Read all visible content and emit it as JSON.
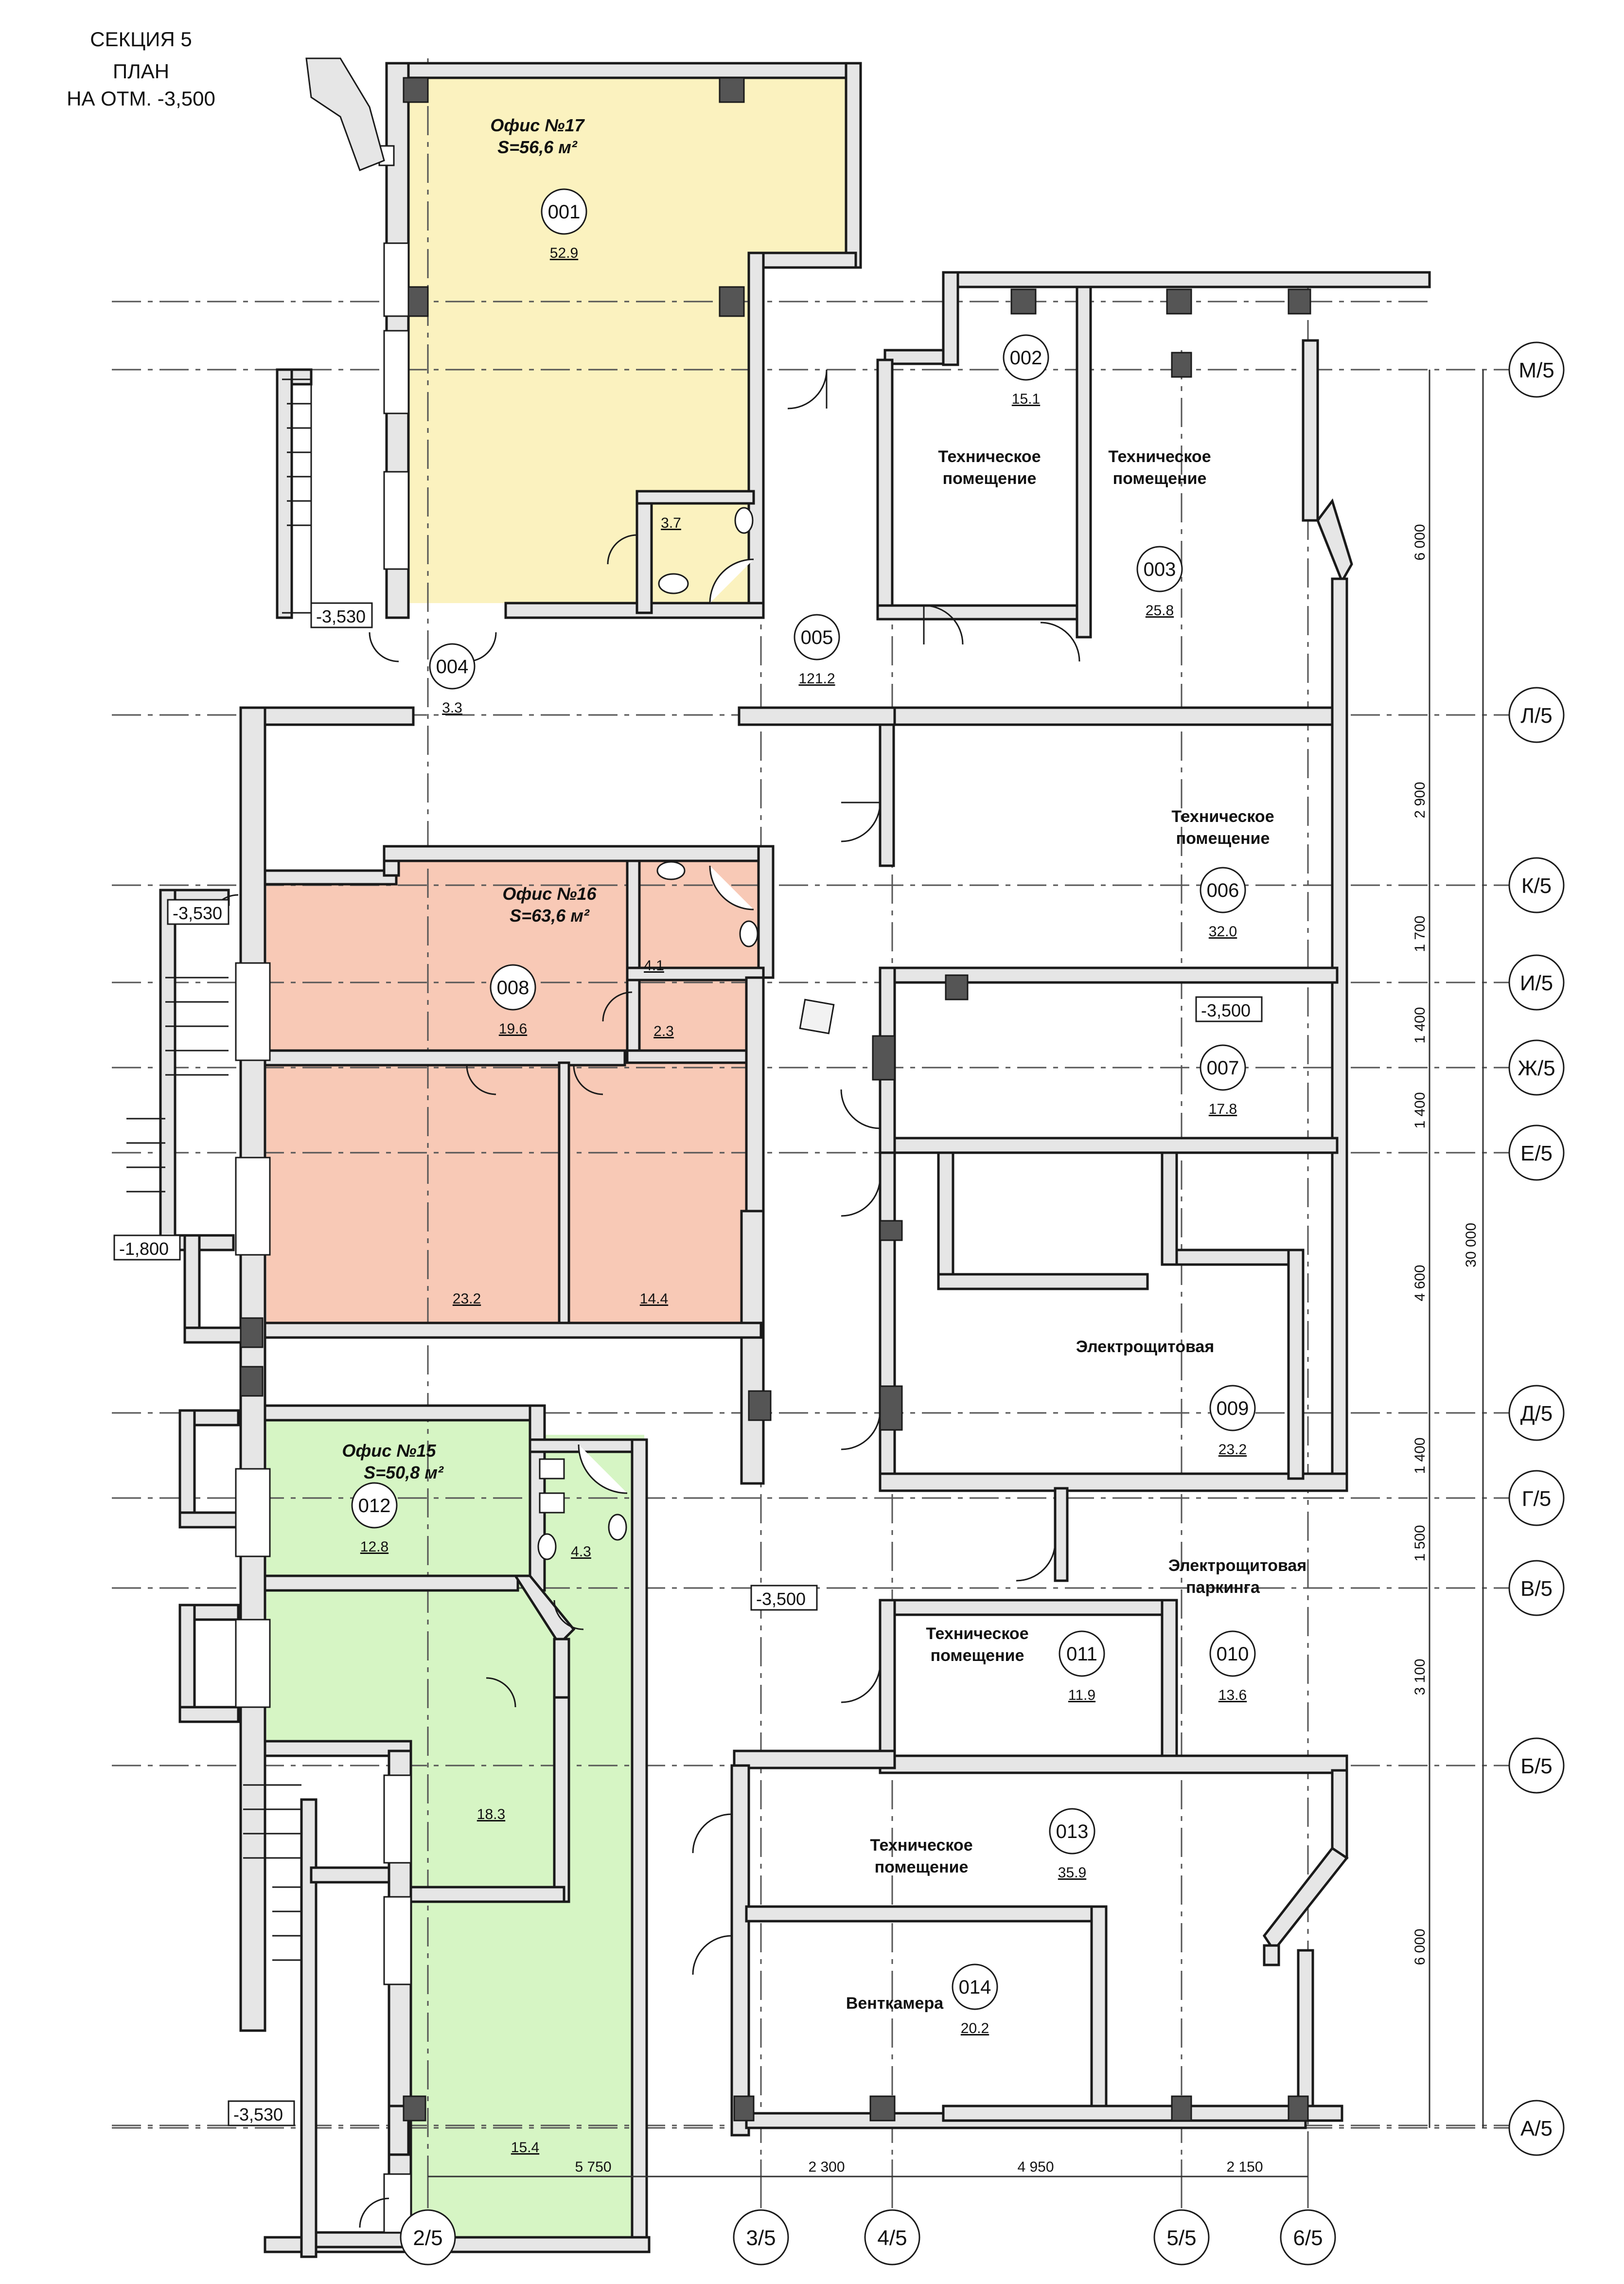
{
  "header": {
    "line1": "СЕКЦИЯ 5",
    "line2": "ПЛАН",
    "line3": "НА ОТМ. -3,500"
  },
  "colors": {
    "office17": "#fbf2bf",
    "office16": "#f8c9b6",
    "office15": "#d6f5c4",
    "wall": "#e6e6e6",
    "line": "#1a1a1a",
    "axis": "#555555"
  },
  "offices": {
    "o17": {
      "name": "Офис №17",
      "area": "S=56,6 м²"
    },
    "o16": {
      "name": "Офис №16",
      "area": "S=63,6 м²"
    },
    "o15": {
      "name": "Офис №15",
      "area": "S=50,8 м²"
    }
  },
  "rooms": [
    {
      "id": "001",
      "num": "001",
      "area": "52.9",
      "name": ""
    },
    {
      "id": "002",
      "num": "002",
      "area": "15.1",
      "name": "Техническое помещение"
    },
    {
      "id": "003",
      "num": "003",
      "area": "25.8",
      "name": "Техническое помещение"
    },
    {
      "id": "004",
      "num": "004",
      "area": "3.3",
      "name": ""
    },
    {
      "id": "005",
      "num": "005",
      "area": "121.2",
      "name": ""
    },
    {
      "id": "006",
      "num": "006",
      "area": "32.0",
      "name": "Техническое помещение"
    },
    {
      "id": "007",
      "num": "007",
      "area": "17.8",
      "name": ""
    },
    {
      "id": "008",
      "num": "008",
      "area": "19.6",
      "name": ""
    },
    {
      "id": "009",
      "num": "009",
      "area": "23.2",
      "name": "Электрощитовая"
    },
    {
      "id": "010",
      "num": "010",
      "area": "13.6",
      "name": "Электрощитовая паркинга"
    },
    {
      "id": "011",
      "num": "011",
      "area": "11.9",
      "name": "Техническое помещение"
    },
    {
      "id": "012",
      "num": "012",
      "area": "12.8",
      "name": ""
    },
    {
      "id": "013",
      "num": "013",
      "area": "35.9",
      "name": "Техническое помещение"
    },
    {
      "id": "014",
      "num": "014",
      "area": "20.2",
      "name": "Венткамера"
    }
  ],
  "sub_areas": [
    "3.7",
    "4.1",
    "2.3",
    "23.2",
    "14.4",
    "4.3",
    "18.3",
    "15.4"
  ],
  "levels": [
    "-3,530",
    "-3,530",
    "-1,800",
    "-3,530",
    "-3,500",
    "-3,500"
  ],
  "axes_rows": [
    "М/5",
    "Л/5",
    "К/5",
    "И/5",
    "Ж/5",
    "Е/5",
    "Д/5",
    "Г/5",
    "В/5",
    "Б/5",
    "А/5"
  ],
  "axes_cols": [
    "2/5",
    "3/5",
    "4/5",
    "5/5",
    "6/5"
  ],
  "dims_horizontal": [
    "5 750",
    "2 300",
    "4 950",
    "2 150"
  ],
  "dims_vertical": [
    "6 000",
    "2 900",
    "1 700",
    "1 400",
    "1 400",
    "4 600",
    "1 400",
    "1 500",
    "3 100",
    "6 000"
  ],
  "dim_total": "30 000"
}
